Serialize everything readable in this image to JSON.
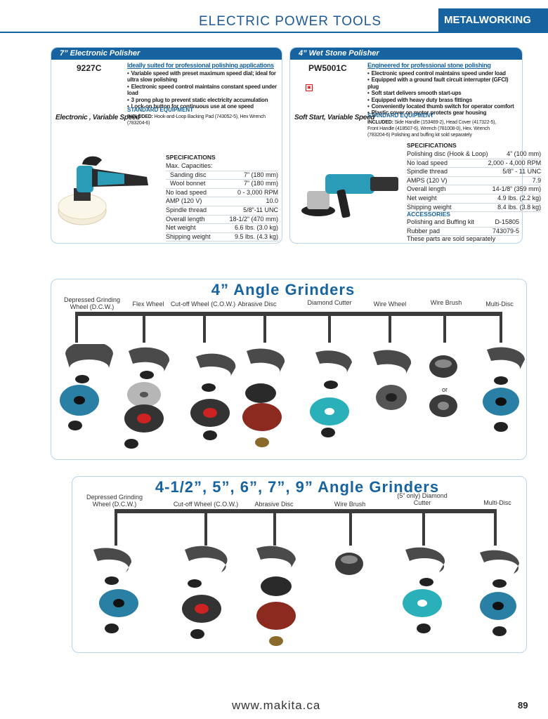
{
  "header": {
    "title": "ELECTRIC POWER TOOLS",
    "tab": "METALWORKING"
  },
  "polisher": {
    "bar": "7” Electronic Polisher",
    "model": "9227C",
    "tagline": "Electronic , Variable Speed",
    "feature_title": "Ideally suited for professional polishing applications",
    "features": [
      "Variable speed with preset maximum speed dial; ideal for ultra slow polishing",
      "Electronic speed control maintains constant speed under load",
      "3 prong plug to prevent static electricity accumulation",
      "Lock-on button for continuous use at one speed"
    ],
    "equip_title": "STANDARD EQUIPMENT",
    "equip_label": "INCLUDED:",
    "equip_text": "Hook-and-Loop Backing Pad (743052-5), Hex Wrench (783204-6)",
    "spec_title": "SPECIFICATIONS",
    "specs": [
      [
        "Max. Capacities:",
        ""
      ],
      [
        "  Sanding disc",
        "7” (180 mm)"
      ],
      [
        "  Wool bonnet",
        "7” (180 mm)"
      ],
      [
        "No load speed",
        "0 - 3,000 RPM"
      ],
      [
        "AMP (120 V)",
        "10.0"
      ],
      [
        "Spindle thread",
        "5/8”-11 UNC"
      ],
      [
        "Overall length",
        "18-1/2” (470 mm)"
      ],
      [
        "Net weight",
        "6.6 lbs. (3.0 kg)"
      ],
      [
        "Shipping weight",
        "9.5 lbs. (4.3 kg)"
      ]
    ]
  },
  "stone": {
    "bar": "4” Wet Stone Polisher",
    "model": "PW5001C",
    "tagline": "Soft Start, Variable Speed",
    "feature_title": "Engineered for professional stone polishing",
    "features": [
      "Electronic speed control maintains speed under load",
      "Equipped with a ground fault circuit interrupter (GFCI) plug",
      "Soft start delivers smooth start-ups",
      "Equipped with heavy duty brass fittings",
      "Conveniently located thumb switch for operator comfort",
      "Plastic cover on motor protects gear housing"
    ],
    "equip_title": "STANDARD EQUIPMENT",
    "equip_label": "INCLUDED:",
    "equip_text": "Side Handle (153489-2), Head Cover (417322-5), Front Handle (418507-6), Wrench (781008-0), Hex. Wrench (783204-6) Polishing and buffing kit sold separately",
    "spec_title": "SPECIFICATIONS",
    "specs": [
      [
        "Polishing disc (Hook & Loop)",
        "4” (100 mm)"
      ],
      [
        "No load speed",
        "2,000 - 4,000 RPM"
      ],
      [
        "Spindle thread",
        "5/8” - 11 UNC"
      ],
      [
        "AMPS (120 V)",
        "7.9"
      ],
      [
        "Overall length",
        "14-1/8” (359 mm)"
      ],
      [
        "Net weight",
        "4.9 lbs. (2.2 kg)"
      ],
      [
        "Shipping weight",
        "8.4 lbs. (3.8 kg)"
      ]
    ],
    "acc_title": "ACCESSORIES",
    "accessories": [
      [
        "Polishing and Buffing kit",
        "D-15805"
      ],
      [
        "Rubber pad",
        "743079-5"
      ]
    ],
    "acc_note": "These parts are sold separately"
  },
  "grinders4": {
    "title": "4” Angle Grinders",
    "categories": [
      "Depressed Grinding Wheel (D.C.W.)",
      "Flex Wheel",
      "Cut-off Wheel (C.O.W.)",
      "Abrasive Disc",
      "Diamond Cutter",
      "Wire Wheel",
      "Wire Brush",
      "Multi-Disc"
    ],
    "or": "or"
  },
  "grinders_large": {
    "title": "4-1/2”, 5”, 6”, 7”, 9” Angle Grinders",
    "categories": [
      "Depressed Grinding Wheel (D.C.W.)",
      "Cut-off Wheel (C.O.W.)",
      "Abrasive Disc",
      "Wire Brush",
      "(5” only) Diamond Cutter",
      "Multi-Disc"
    ]
  },
  "footer": {
    "url": "www.makita.ca",
    "page": "89"
  }
}
